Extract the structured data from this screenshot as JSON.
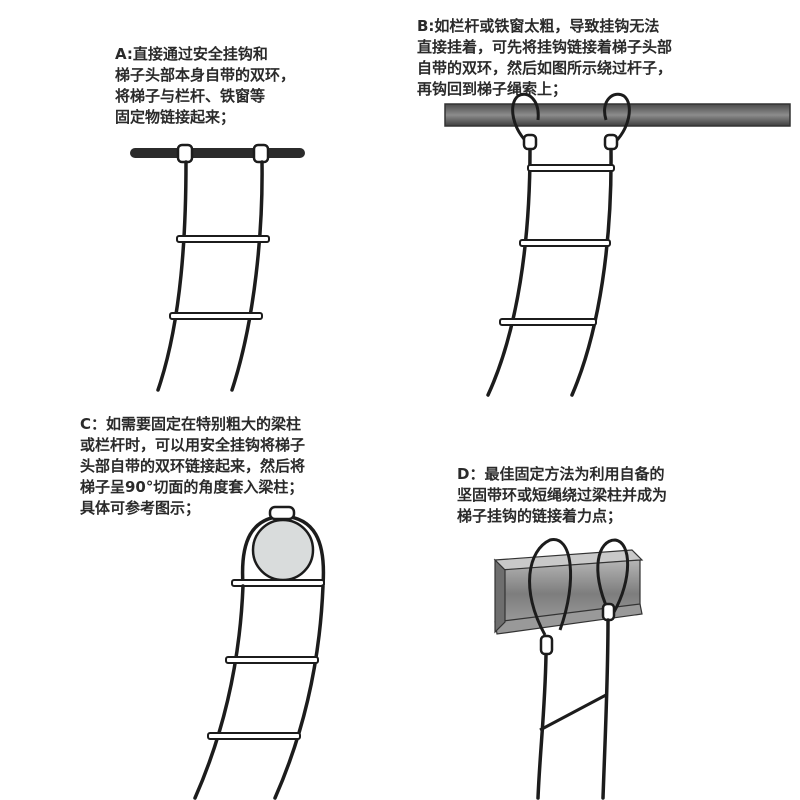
{
  "panels": {
    "a": {
      "caption_lines": [
        "A:直接通过安全挂钩和",
        "梯子头部本身自带的双环，",
        "将梯子与栏杆、铁窗等",
        "固定物链接起来；"
      ]
    },
    "b": {
      "caption_lines": [
        "B:如栏杆或铁窗太粗，导致挂钩无法",
        "直接挂着，可先将挂钩链接着梯子头部",
        "自带的双环，然后如图所示绕过杆子，",
        "再钩回到梯子绳索上；"
      ]
    },
    "c": {
      "caption_lines": [
        "C：如需要固定在特别粗大的梁柱",
        "或栏杆时，可以用安全挂钩将梯子",
        "头部自带的双环链接起来，然后将",
        "梯子呈90°切面的角度套入梁柱；",
        "具体可参考图示；"
      ]
    },
    "d": {
      "caption_lines": [
        "D：最佳固定方法为利用自备的",
        "坚固带环或短绳绕过梁柱并成为",
        "梯子挂钩的链接着力点；"
      ]
    }
  },
  "colors": {
    "line": "#1c1c1c",
    "bar_gray": "#6b6b6b",
    "beam_gray": "#8a8a8a",
    "pillar_fill": "#d9dcdc"
  }
}
